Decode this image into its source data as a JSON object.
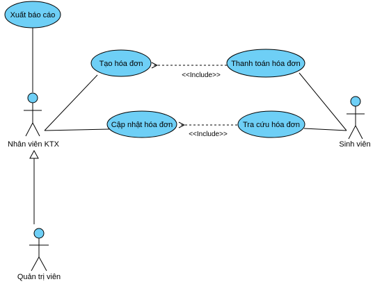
{
  "use_cases": {
    "xuat_bao_cao": "Xuất báo cáo",
    "tao_hoa_don": "Tạo hóa đơn",
    "thanh_toan_hoa_don": "Thanh toán hóa đơn",
    "cap_nhat_hoa_don": "Cập nhật hóa đơn",
    "tra_cuu_hoa_don": "Tra cứu hóa đơn"
  },
  "actors": {
    "nhan_vien": "Nhân viên KTX",
    "sinh_vien": "Sinh viên",
    "quan_tri_vien": "Quản trị viên"
  },
  "relations": {
    "include_top": "<<Include>>",
    "include_bottom": "<<Include>>"
  },
  "colors": {
    "use_case_fill": "#6ecff6",
    "stroke": "#000000"
  }
}
